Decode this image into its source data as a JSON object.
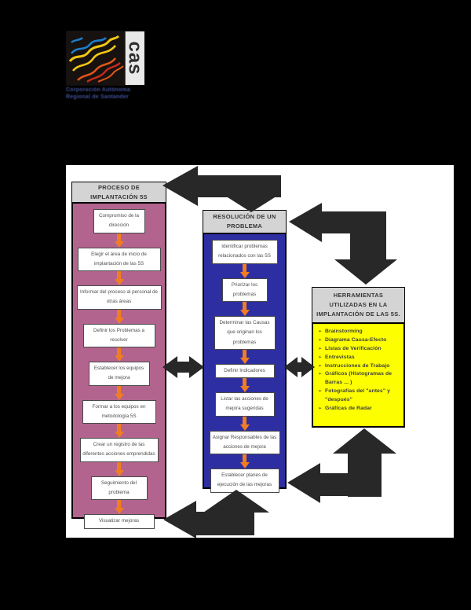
{
  "colors": {
    "page_bg": "#000000",
    "paper": "#ffffff",
    "process_fill": "#b2648e",
    "resolution_fill": "#2e2ea3",
    "tools_fill": "#fdff00",
    "header_fill": "#d4d4d4",
    "big_arrow": "#282828",
    "connector_orange": "#f07d22",
    "caption_blue": "#3e4f96"
  },
  "logo": {
    "text_vertical": "cas",
    "caption_line1": "Corporación Autónoma",
    "caption_line2": "Regional de Santander"
  },
  "diagram": {
    "left_column": {
      "title": "PROCESO DE IMPLANTACIÓN 5S",
      "steps": [
        "Compromiso de la dirección",
        "Elegir el área de inicio de implantación de las 5S",
        "Informar del proceso al personal de otras áreas",
        "Definir los Problemas a resolver",
        "Establecer los equipos de mejora",
        "Formar a los equipos en metodología 5S",
        "Crear un registro de las diferentes acciones emprendidas",
        "Seguimiento del problema",
        "Visualizar mejoras"
      ]
    },
    "middle_column": {
      "title": "RESOLUCIÓN DE UN PROBLEMA",
      "steps": [
        "Identificar problemas relacionados con las 5S",
        "Priorizar los problemas",
        "Determinar las Causas que originan los problemas",
        "Definir Indicadores",
        "Listar las acciones de mejora sugeridas",
        "Asignar Responsables de las acciones de mejora",
        "Establecer planes de ejecución de las mejoras"
      ]
    },
    "right_column": {
      "title": "HERRAMIENTAS UTILIZADAS EN LA IMPLANTACIÓN DE LAS 5S.",
      "bullet": "➢",
      "tools": [
        "Brainstorming",
        "Diagrama Causa-Efecto",
        "Listas de Verificación",
        "Entrevistas",
        "Instrucciones de Trabajo",
        "Gráficos (Histogramas de Barras ... )",
        "Fotografías del \"antes\" y \"después\"",
        "Gráficas de Radar"
      ]
    }
  }
}
